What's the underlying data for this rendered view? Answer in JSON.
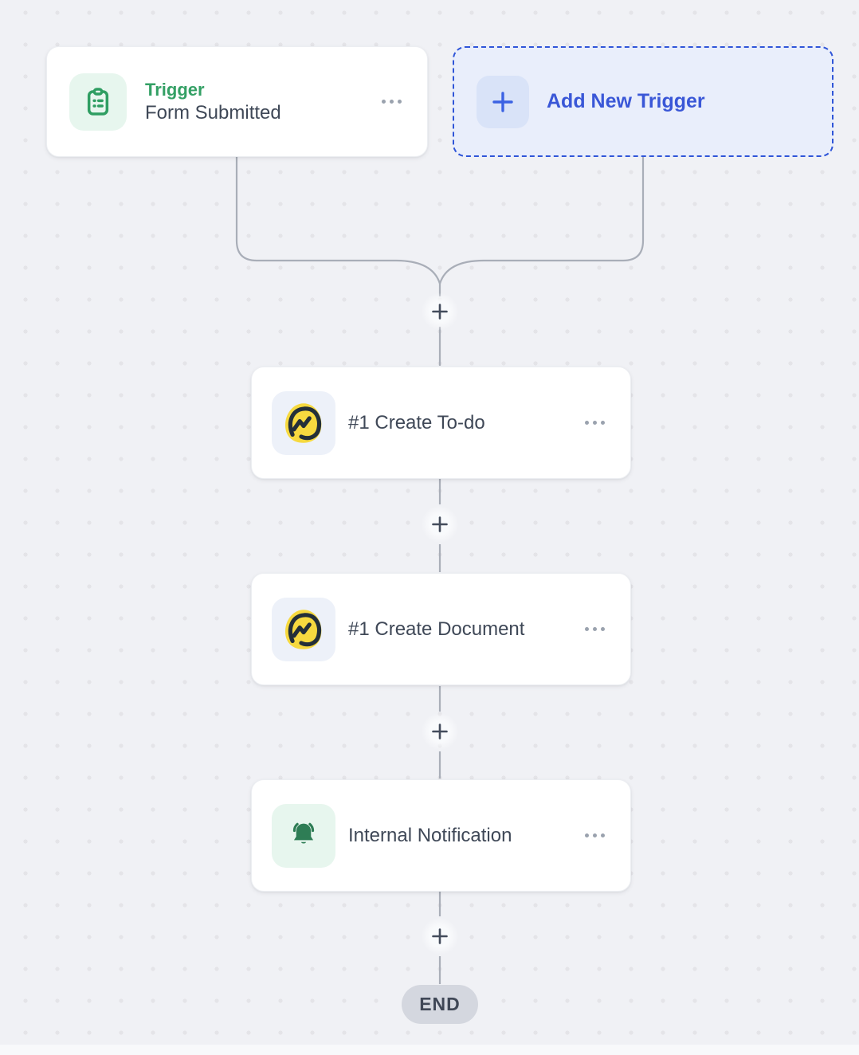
{
  "canvas": {
    "background_color": "#f0f1f5",
    "dot_color": "#e4e4e8",
    "connector_line_color": "#a9aeb8"
  },
  "trigger": {
    "type_label": "Trigger",
    "title": "Form Submitted",
    "accent_color": "#34a065",
    "icon": "clipboard-icon",
    "icon_color": "#2f9e62",
    "icon_bg": "#e7f6ee"
  },
  "add_trigger": {
    "label": "Add New Trigger",
    "accent_color": "#3a57d7",
    "border_color": "#2f55d8",
    "background_color": "#e9eefb",
    "icon": "plus-icon"
  },
  "steps": [
    {
      "title": "#1 Create To-do",
      "icon": "basecamp-icon",
      "icon_bg": "#edf1f9"
    },
    {
      "title": "#1 Create Document",
      "icon": "basecamp-icon",
      "icon_bg": "#edf1f9"
    },
    {
      "title": "Internal Notification",
      "icon": "bell-icon",
      "icon_bg": "#e7f6ee",
      "icon_color": "#2e7d55"
    }
  ],
  "end": {
    "label": "END",
    "background_color": "#d4d7df"
  }
}
